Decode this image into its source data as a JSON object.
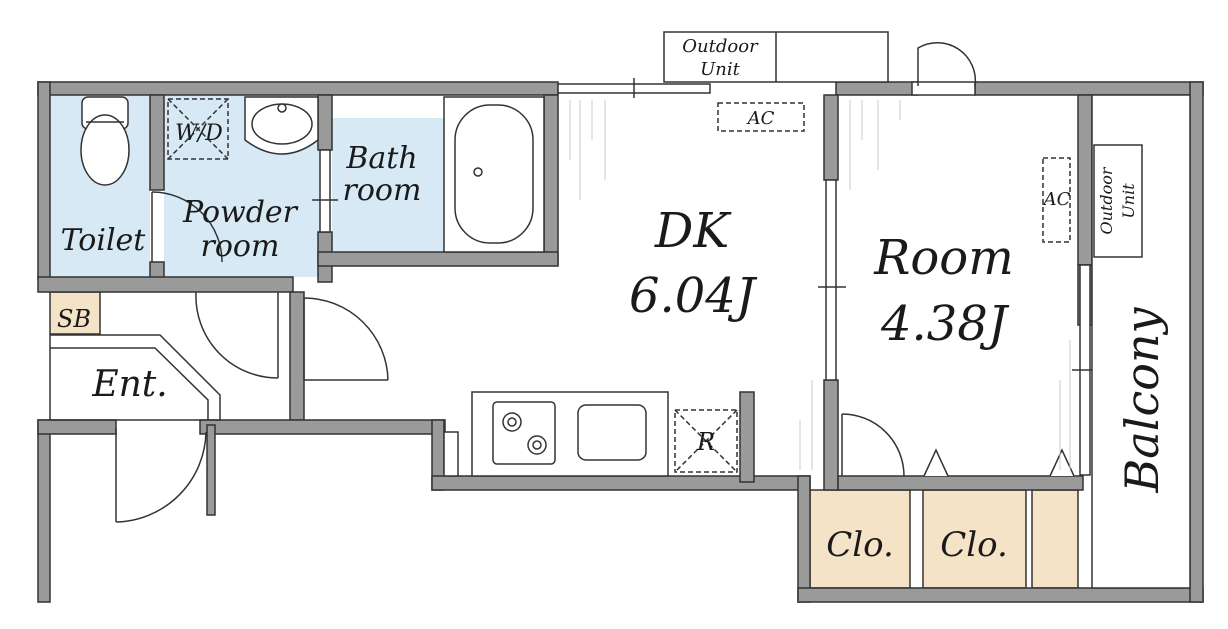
{
  "colors": {
    "wall": "#9a9a9a",
    "wet_area": "#d6e9f5",
    "closet": "#f5e3c8",
    "line": "#333333",
    "background": "#ffffff"
  },
  "labels": {
    "outdoor_unit_top_1": "Outdoor",
    "outdoor_unit_top_2": "Unit",
    "outdoor_unit_side_1": "Outdoor",
    "outdoor_unit_side_2": "Unit",
    "toilet": "Toilet",
    "washer": "W/D",
    "powder_1": "Powder",
    "powder_2": "room",
    "bath_1": "Bath",
    "bath_2": "room",
    "ac_dk": "AC",
    "ac_room": "AC",
    "dk_name": "DK",
    "dk_size": "6.04J",
    "room_name": "Room",
    "room_size": "4.38J",
    "balcony": "Balcony",
    "shoe_box": "SB",
    "entrance": "Ent.",
    "refrigerator": "R",
    "closet_1": "Clo.",
    "closet_2": "Clo."
  }
}
